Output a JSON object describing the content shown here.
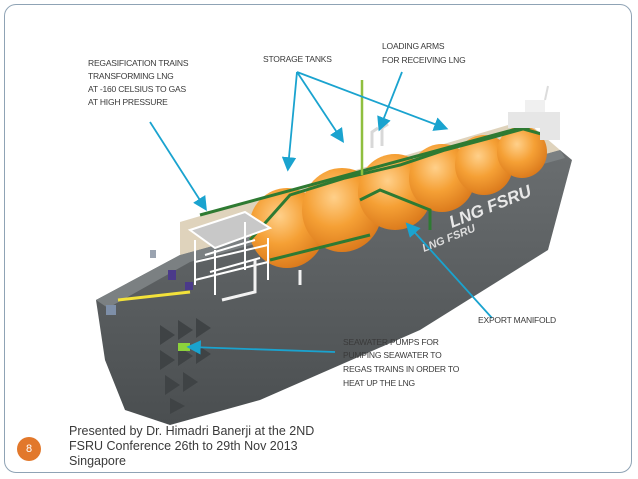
{
  "labels": {
    "regas_1": "REGASIFICATION TRAINS",
    "regas_2": "TRANSFORMING LNG",
    "regas_3": "AT -160 CELSIUS TO GAS",
    "regas_4": "AT HIGH PRESSURE",
    "storage": "STORAGE TANKS",
    "loading_1": "LOADING ARMS",
    "loading_2": "FOR RECEIVING LNG",
    "export": "EXPORT MANIFOLD",
    "pumps_1": "SEAWATER PUMPS FOR",
    "pumps_2": "PUMPING SEAWATER TO",
    "pumps_3": "REGAS TRAINS IN ORDER TO",
    "pumps_4": "HEAT UP THE LNG"
  },
  "hull_text": [
    "LNG FSRU",
    "LNG FSRU"
  ],
  "footer": {
    "line1": "Presented by Dr. Himadri Banerji at the 2ND",
    "line2": "FSRU Conference 26th to 29th Nov 2013",
    "line3": "Singapore"
  },
  "slide_number": "8",
  "colors": {
    "arrow": "#1aa3cf",
    "tank": "#f5a035",
    "hull": "#565a5c",
    "pipe": "#2e7a32",
    "badge": "#e2782b"
  }
}
